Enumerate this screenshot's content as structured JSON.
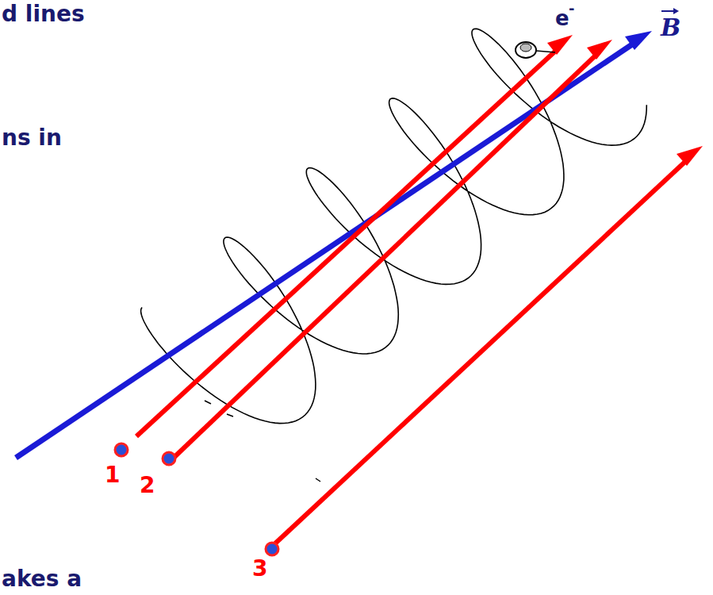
{
  "diagram": {
    "labels": [
      "d lines",
      "ns in",
      "akes a",
      "e",
      "-",
      "B",
      "1",
      "2",
      "3"
    ]
  }
}
